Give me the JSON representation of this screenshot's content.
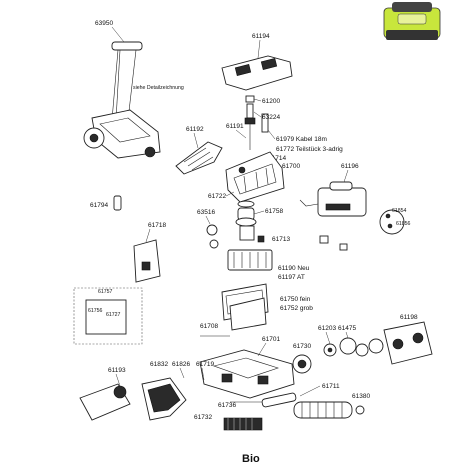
{
  "title": "Bio",
  "colors": {
    "thumbnail_accent": "#c8e63c",
    "ink": "#222222"
  },
  "parts": {
    "p63950": "63950",
    "p61194": "61194",
    "p61200": "61200",
    "p63224": "63224",
    "p61191": "61191",
    "p61979": "61979 Kabel 18m",
    "p61772": "61772 Teilstück 3-adrig",
    "p61192": "61192",
    "p61714": "61714",
    "p61700": "61700",
    "p61196": "61196",
    "p61722": "61722",
    "p61794": "61794",
    "p63516": "63516",
    "p61758": "61758",
    "p61854": "61854",
    "p61856": "61856",
    "p61718": "61718",
    "p61713": "61713",
    "p61190": "61190 Neu",
    "p61197": "61197 AT",
    "p61757": "61757",
    "p61756": "61756",
    "p61727": "61727",
    "p61750": "61750 fein",
    "p61752": "61752 grob",
    "p61708": "61708",
    "p61203": "61203",
    "p61475": "61475",
    "p61198": "61198",
    "p61701": "61701",
    "p61730": "61730",
    "p61193": "61193",
    "p61832": "61832",
    "p61826": "61826",
    "p61719": "61719",
    "p61711": "61711",
    "p61380": "61380",
    "p61736": "61736",
    "p61732": "61732"
  },
  "notes": {
    "caddy_note": "siehe Detailzeichnung"
  }
}
